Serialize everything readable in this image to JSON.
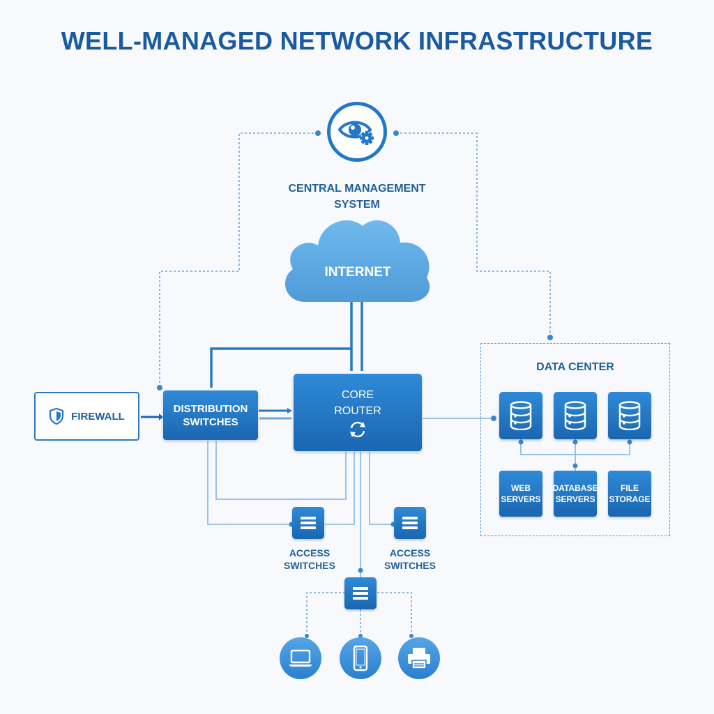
{
  "title": "WELL-MANAGED NETWORK INFRASTRUCTURE",
  "central_management": {
    "label_line1": "CENTRAL MANAGEMENT",
    "label_line2": "SYSTEM",
    "icon": "eye-gear-icon"
  },
  "internet": {
    "label": "INTERNET",
    "icon": "cloud-icon"
  },
  "firewall": {
    "label": "FIREWALL",
    "icon": "shield-icon"
  },
  "distribution_switches": {
    "line1": "DISTRIBUTION",
    "line2": "SWITCHES"
  },
  "core_router": {
    "line1": "CORE",
    "line2": "ROUTER",
    "icon": "sync-icon"
  },
  "access_switches": [
    {
      "line1": "ACCESS",
      "line2": "SWITCHES",
      "icon": "switch-icon"
    },
    {
      "line1": "ACCESS",
      "line2": "SWITCHES",
      "icon": "switch-icon"
    }
  ],
  "edge_switch": {
    "icon": "switch-icon"
  },
  "data_center": {
    "title": "DATA CENTER",
    "database_icons": [
      "database-icon",
      "database-icon",
      "database-icon"
    ],
    "servers": [
      {
        "line1": "WEB",
        "line2": "SERVERS"
      },
      {
        "line1": "DATABASE",
        "line2": "SERVERS"
      },
      {
        "line1": "FILE",
        "line2": "STORAGE"
      }
    ]
  },
  "end_devices": [
    "laptop-icon",
    "smartphone-icon",
    "printer-icon"
  ],
  "colors": {
    "primary": "#2277c8",
    "dark_blue": "#1a5aa0",
    "light_blue": "#5fb0e8",
    "background": "#f7f9fc"
  }
}
